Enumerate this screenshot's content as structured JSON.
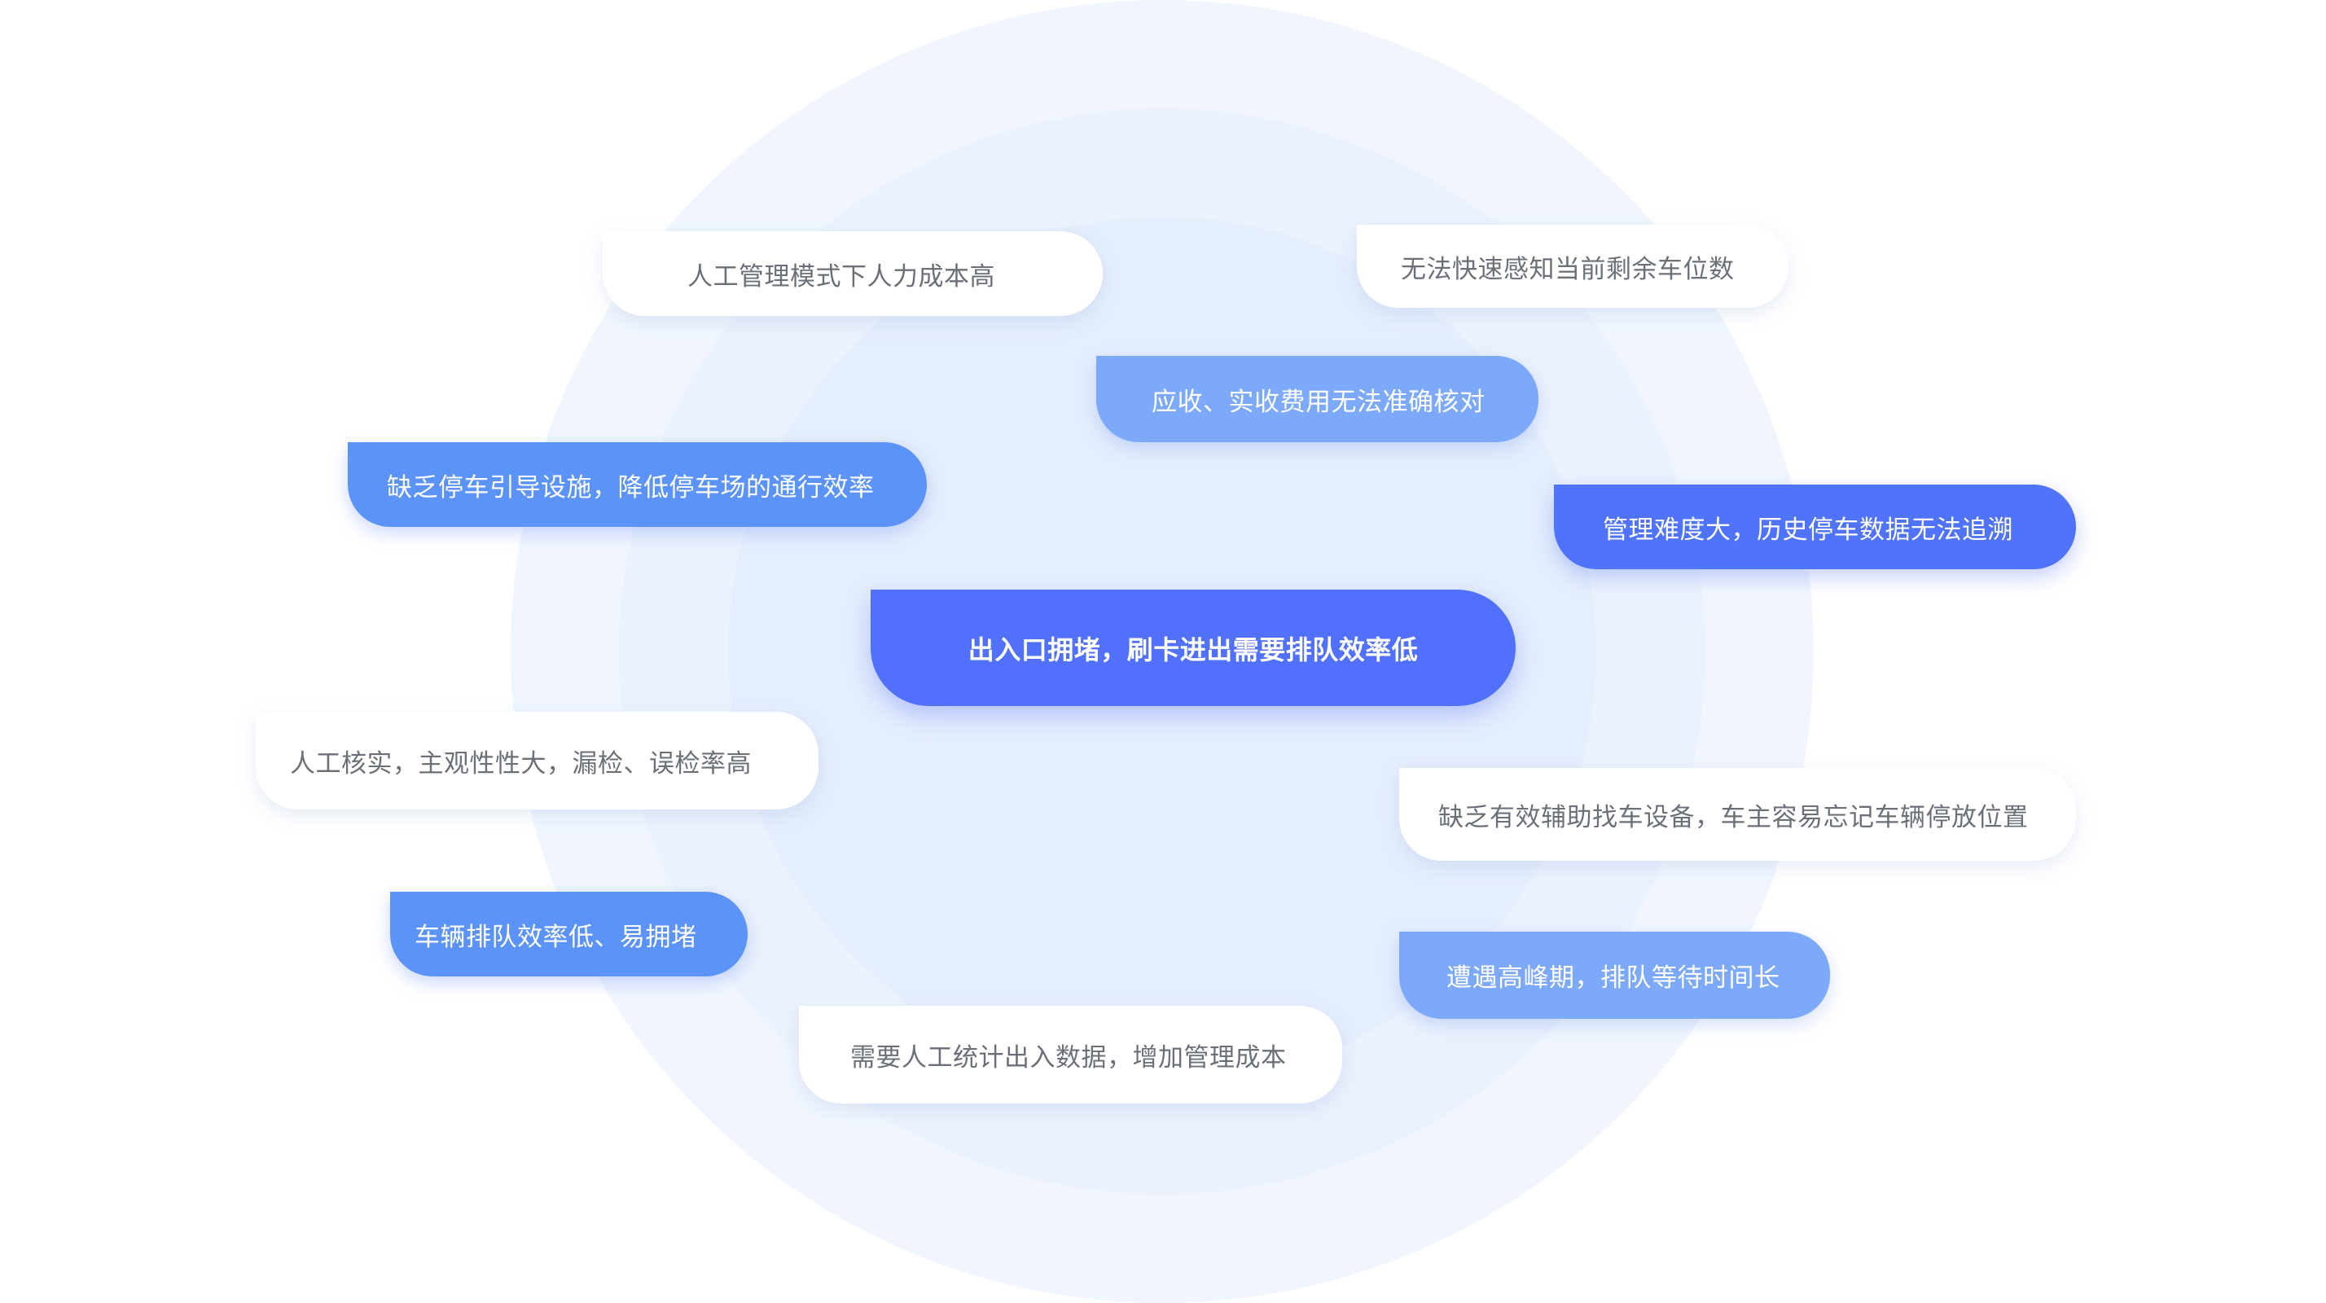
{
  "diagram": {
    "center": {
      "text": "出入口拥堵，刷卡进出需要排队效率低"
    },
    "bubbles": [
      {
        "id": "b1",
        "text": "人工管理模式下人力成本高",
        "tone": "white"
      },
      {
        "id": "b2",
        "text": "无法快速感知当前剩余车位数",
        "tone": "white"
      },
      {
        "id": "b3",
        "text": "应收、实收费用无法准确核对",
        "tone": "light"
      },
      {
        "id": "b4",
        "text": "缺乏停车引导设施，降低停车场的通行效率",
        "tone": "mid"
      },
      {
        "id": "b5",
        "text": "管理难度大，历史停车数据无法追溯",
        "tone": "deep"
      },
      {
        "id": "b6",
        "text": "人工核实，主观性性大，漏检、误检率高",
        "tone": "white"
      },
      {
        "id": "b7",
        "text": "缺乏有效辅助找车设备，车主容易忘记车辆停放位置",
        "tone": "white"
      },
      {
        "id": "b8",
        "text": "车辆排队效率低、易拥堵",
        "tone": "mid"
      },
      {
        "id": "b9",
        "text": "遭遇高峰期，排队等待时间长",
        "tone": "light"
      },
      {
        "id": "b10",
        "text": "需要人工统计出入数据，增加管理成本",
        "tone": "white"
      }
    ]
  },
  "colors": {
    "ring_outer": "#f1f6fe",
    "ring_middle": "#ebf2fd",
    "ring_inner": "#e5eefc",
    "pill_white_text": "#6b7078",
    "pill_light": "#7da9fa",
    "pill_mid": "#5b93f8",
    "pill_deep": "#4f73fb",
    "pill_center": "#5171fd"
  }
}
